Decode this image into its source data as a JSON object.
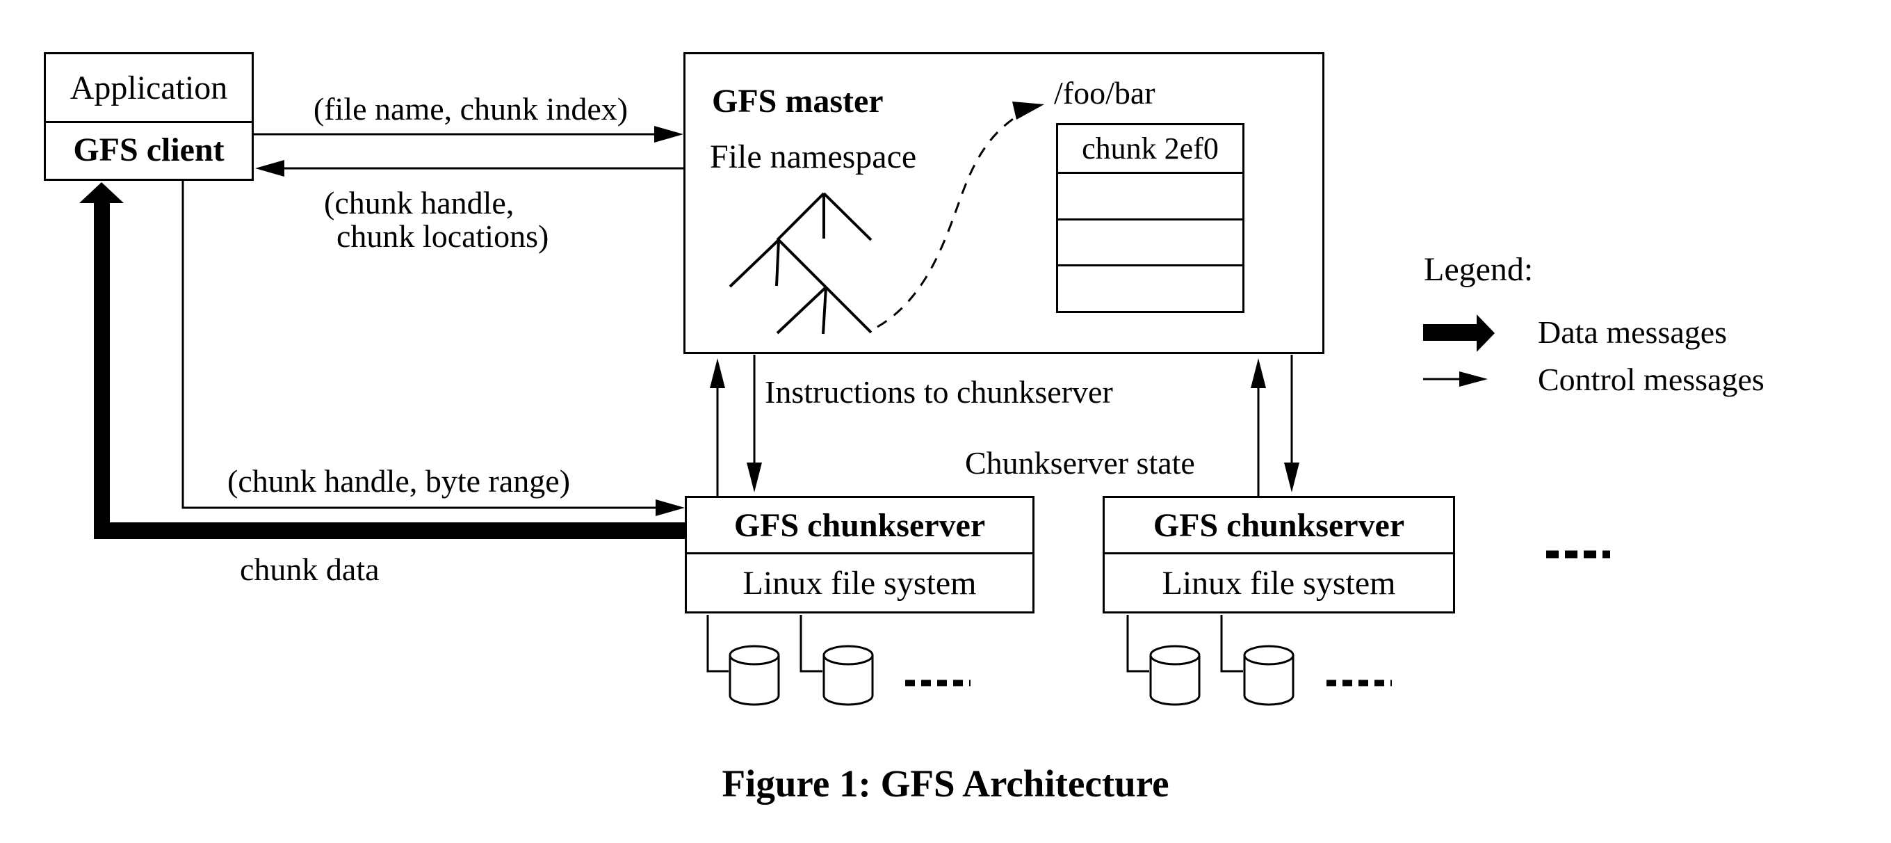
{
  "colors": {
    "ink": "#000000",
    "paper": "#ffffff"
  },
  "client_stack": {
    "application": "Application",
    "gfs_client": "GFS client"
  },
  "master": {
    "title": "GFS master",
    "file_namespace": "File namespace",
    "file_path": "/foo/bar",
    "chunk_table_rows": [
      "chunk 2ef0",
      "",
      "",
      ""
    ]
  },
  "chunkservers": [
    {
      "title": "GFS chunkserver",
      "fs": "Linux file system"
    },
    {
      "title": "GFS chunkserver",
      "fs": "Linux file system"
    }
  ],
  "messages": {
    "file_name_chunk_index": "(file name, chunk index)",
    "chunk_handle_line1": "(chunk handle,",
    "chunk_handle_line2": "chunk locations)",
    "chunk_handle_byte_range": "(chunk handle, byte range)",
    "chunk_data": "chunk data",
    "instructions_to_chunkserver": "Instructions to chunkserver",
    "chunkserver_state": "Chunkserver state"
  },
  "legend": {
    "title": "Legend:",
    "items": [
      {
        "symbol": "thick-arrow",
        "label": "Data messages"
      },
      {
        "symbol": "thin-arrow",
        "label": "Control messages"
      }
    ]
  },
  "caption": "Figure 1: GFS Architecture"
}
